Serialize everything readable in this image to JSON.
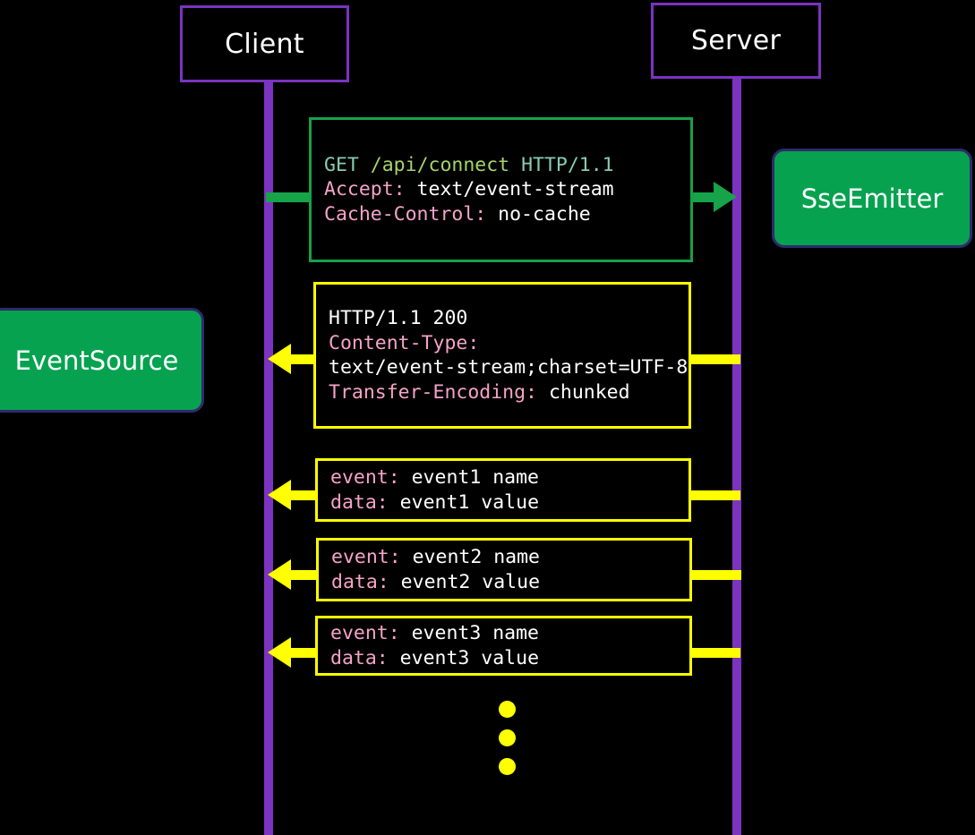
{
  "diagram": {
    "type": "sequence-diagram",
    "title": "Server-Sent Events (SSE) connection sequence",
    "background": "#000000",
    "colors": {
      "lifeline": "#7b33c0",
      "actor_border": "#7b33c0",
      "node_fill": "#06a250",
      "node_border": "#2e2b6d",
      "request_accent": "#16a34a",
      "response_accent": "#ffff00",
      "header_key": "#f5a3c7",
      "method": "#86ccb6",
      "path": "#a6d46b",
      "text": "#ffffff"
    }
  },
  "actors": [
    {
      "id": "client",
      "label": "Client"
    },
    {
      "id": "server",
      "label": "Server"
    }
  ],
  "nodes": [
    {
      "id": "sse-emitter",
      "label": "SseEmitter"
    },
    {
      "id": "event-source",
      "label": "EventSource"
    }
  ],
  "messages": [
    {
      "id": "request",
      "direction": "client-to-server",
      "accent": "#16a34a",
      "lines": [
        {
          "method": "GET",
          "path": "/api/connect",
          "version": "HTTP/1.1"
        },
        {
          "header": "Accept:",
          "value": "text/event-stream"
        },
        {
          "header": "Cache-Control:",
          "value": "no-cache"
        }
      ]
    },
    {
      "id": "response",
      "direction": "server-to-client",
      "accent": "#ffff00",
      "lines": [
        {
          "status": "HTTP/1.1 200"
        },
        {
          "header": "Content-Type:",
          "value": ""
        },
        {
          "plain": "text/event-stream;charset=UTF-8"
        },
        {
          "header": "Transfer-Encoding:",
          "value": "chunked"
        }
      ]
    },
    {
      "id": "event1",
      "direction": "server-to-client",
      "accent": "#ffff00",
      "lines": [
        {
          "header": "event:",
          "value": "event1 name"
        },
        {
          "header": "data:",
          "value": "event1 value"
        }
      ]
    },
    {
      "id": "event2",
      "direction": "server-to-client",
      "accent": "#ffff00",
      "lines": [
        {
          "header": "event:",
          "value": "event2 name"
        },
        {
          "header": "data:",
          "value": "event2 value"
        }
      ]
    },
    {
      "id": "event3",
      "direction": "server-to-client",
      "accent": "#ffff00",
      "lines": [
        {
          "header": "event:",
          "value": "event3 name"
        },
        {
          "header": "data:",
          "value": "event3 value"
        }
      ]
    }
  ],
  "continuation": {
    "kind": "vertical-ellipsis",
    "dot_count": 3,
    "color": "#ffff00"
  },
  "text": {
    "request": {
      "l1_method": "GET",
      "l1_path": " /api/connect",
      "l1_version": " HTTP/1.1",
      "l2_header": "Accept:",
      "l2_value": " text/event-stream",
      "l3_header": "Cache-Control:",
      "l3_value": " no-cache"
    },
    "response": {
      "l1": "HTTP/1.1 200",
      "l2_header": "Content-Type:",
      "l3": "text/event-stream;charset=UTF-8",
      "l4_header": "Transfer-Encoding:",
      "l4_value": " chunked"
    },
    "event1": {
      "l1_header": "event:",
      "l1_value": " event1 name",
      "l2_header": "data:",
      "l2_value": " event1 value"
    },
    "event2": {
      "l1_header": "event:",
      "l1_value": " event2 name",
      "l2_header": "data:",
      "l2_value": " event2 value"
    },
    "event3": {
      "l1_header": "event:",
      "l1_value": " event3 name",
      "l2_header": "data:",
      "l2_value": " event3 value"
    }
  }
}
